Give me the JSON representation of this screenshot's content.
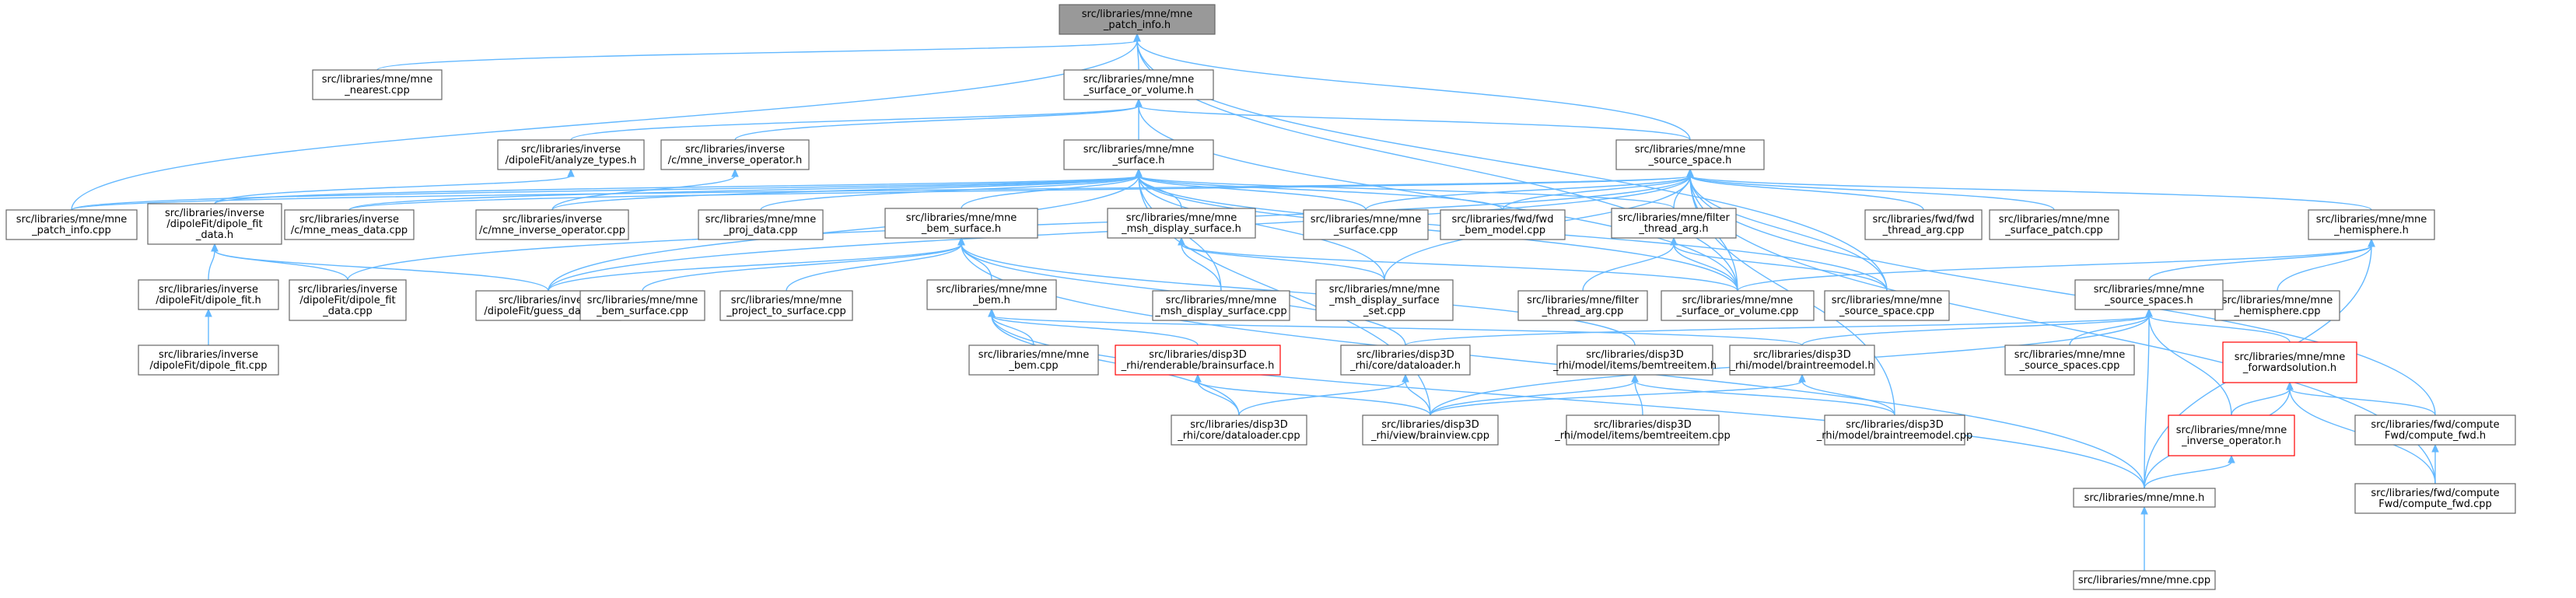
{
  "diagram": {
    "colors": {
      "edge": "#63b8ff",
      "border": "#666666",
      "root_fill": "#999999",
      "highlight_border": "#ff0000"
    },
    "nodes": [
      {
        "id": "n0",
        "lines": [
          "src/libraries/mne/mne",
          "_patch_info.h"
        ],
        "root": true
      },
      {
        "id": "n1",
        "lines": [
          "src/libraries/mne/mne",
          "_nearest.cpp"
        ]
      },
      {
        "id": "n2",
        "lines": [
          "src/libraries/mne/mne",
          "_surface_or_volume.h"
        ]
      },
      {
        "id": "n3",
        "lines": [
          "src/libraries/mne/mne",
          "_patch_info.cpp"
        ]
      },
      {
        "id": "n4",
        "lines": [
          "src/libraries/inverse",
          "/dipoleFit/analyze_types.h"
        ]
      },
      {
        "id": "n5",
        "lines": [
          "src/libraries/inverse",
          "/c/mne_inverse_operator.h"
        ]
      },
      {
        "id": "n6",
        "lines": [
          "src/libraries/mne/mne",
          "_surface.h"
        ]
      },
      {
        "id": "n7",
        "lines": [
          "src/libraries/mne/mne",
          "_source_space.h"
        ]
      },
      {
        "id": "n8",
        "lines": [
          "src/libraries/inverse",
          "/dipoleFit/dipole_fit",
          "_data.h"
        ]
      },
      {
        "id": "n9",
        "lines": [
          "src/libraries/inverse",
          "/c/mne_meas_data.cpp"
        ]
      },
      {
        "id": "n10",
        "lines": [
          "src/libraries/inverse",
          "/c/mne_inverse_operator.cpp"
        ]
      },
      {
        "id": "n11",
        "lines": [
          "src/libraries/mne/mne",
          "_proj_data.cpp"
        ]
      },
      {
        "id": "n12",
        "lines": [
          "src/libraries/mne/mne",
          "_bem_surface.h"
        ]
      },
      {
        "id": "n13",
        "lines": [
          "src/libraries/mne/mne",
          "_msh_display_surface.h"
        ]
      },
      {
        "id": "n14",
        "lines": [
          "src/libraries/mne/mne",
          "_surface.cpp"
        ]
      },
      {
        "id": "n15",
        "lines": [
          "src/libraries/fwd/fwd",
          "_bem_model.cpp"
        ]
      },
      {
        "id": "n16",
        "lines": [
          "src/libraries/mne/filter",
          "_thread_arg.h"
        ]
      },
      {
        "id": "n17",
        "lines": [
          "src/libraries/fwd/fwd",
          "_thread_arg.cpp"
        ]
      },
      {
        "id": "n18",
        "lines": [
          "src/libraries/mne/mne",
          "_surface_patch.cpp"
        ]
      },
      {
        "id": "n19",
        "lines": [
          "src/libraries/mne/mne",
          "_hemisphere.h"
        ]
      },
      {
        "id": "n20",
        "lines": [
          "src/libraries/inverse",
          "/dipoleFit/dipole_fit.h"
        ]
      },
      {
        "id": "n21",
        "lines": [
          "src/libraries/inverse",
          "/dipoleFit/dipole_fit",
          "_data.cpp"
        ]
      },
      {
        "id": "n22",
        "lines": [
          "src/libraries/inverse",
          "/dipoleFit/guess_data.cpp"
        ]
      },
      {
        "id": "n23",
        "lines": [
          "src/libraries/mne/mne",
          "_bem_surface.cpp"
        ]
      },
      {
        "id": "n24",
        "lines": [
          "src/libraries/mne/mne",
          "_project_to_surface.cpp"
        ]
      },
      {
        "id": "n25",
        "lines": [
          "src/libraries/mne/mne",
          "_msh_display_surface.cpp"
        ]
      },
      {
        "id": "n26",
        "lines": [
          "src/libraries/mne/mne",
          "_msh_display_surface",
          "_set.cpp"
        ]
      },
      {
        "id": "n27",
        "lines": [
          "src/libraries/mne/filter",
          "_thread_arg.cpp"
        ]
      },
      {
        "id": "n28",
        "lines": [
          "src/libraries/mne/mne",
          "_surface_or_volume.cpp"
        ]
      },
      {
        "id": "n29",
        "lines": [
          "src/libraries/mne/mne",
          "_source_space.cpp"
        ]
      },
      {
        "id": "n30",
        "lines": [
          "src/libraries/mne/mne",
          "_hemisphere.cpp"
        ]
      },
      {
        "id": "n31",
        "lines": [
          "src/libraries/inverse",
          "/dipoleFit/dipole_fit.cpp"
        ]
      },
      {
        "id": "n32",
        "lines": [
          "src/libraries/mne/mne",
          "_bem.h"
        ]
      },
      {
        "id": "n33",
        "lines": [
          "src/libraries/mne/mne",
          "_source_spaces.h"
        ]
      },
      {
        "id": "n34",
        "lines": [
          "src/libraries/mne/mne",
          "_bem.cpp"
        ]
      },
      {
        "id": "n35",
        "lines": [
          "src/libraries/disp3D",
          "_rhi/renderable/brainsurface.h"
        ],
        "highlight": true
      },
      {
        "id": "n36",
        "lines": [
          "src/libraries/disp3D",
          "_rhi/core/dataloader.h"
        ]
      },
      {
        "id": "n37",
        "lines": [
          "src/libraries/disp3D",
          "_rhi/model/items/bemtreeitem.h"
        ]
      },
      {
        "id": "n38",
        "lines": [
          "src/libraries/disp3D",
          "_rhi/model/braintreemodel.h"
        ]
      },
      {
        "id": "n39",
        "lines": [
          "src/libraries/mne/mne",
          "_source_spaces.cpp"
        ]
      },
      {
        "id": "n40",
        "lines": [
          "src/libraries/mne/mne",
          "_forwardsolution.h"
        ],
        "highlight": true
      },
      {
        "id": "n41",
        "lines": [
          "src/libraries/disp3D",
          "_rhi/core/dataloader.cpp"
        ]
      },
      {
        "id": "n42",
        "lines": [
          "src/libraries/disp3D",
          "_rhi/view/brainview.cpp"
        ]
      },
      {
        "id": "n43",
        "lines": [
          "src/libraries/disp3D",
          "_rhi/model/items/bemtreeitem.cpp"
        ]
      },
      {
        "id": "n44",
        "lines": [
          "src/libraries/disp3D",
          "_rhi/model/braintreemodel.cpp"
        ]
      },
      {
        "id": "n45",
        "lines": [
          "src/libraries/mne/mne",
          "_inverse_operator.h"
        ],
        "highlight": true
      },
      {
        "id": "n46",
        "lines": [
          "src/libraries/fwd/compute",
          "Fwd/compute_fwd.h"
        ]
      },
      {
        "id": "n47",
        "lines": [
          "src/libraries/mne/mne.h"
        ]
      },
      {
        "id": "n48",
        "lines": [
          "src/libraries/fwd/compute",
          "Fwd/compute_fwd.cpp"
        ]
      },
      {
        "id": "n49",
        "lines": [
          "src/libraries/mne/mne.cpp"
        ]
      }
    ],
    "edges": [
      [
        "n1",
        "n0"
      ],
      [
        "n2",
        "n0"
      ],
      [
        "n3",
        "n0"
      ],
      [
        "n7",
        "n0"
      ],
      [
        "n28",
        "n0"
      ],
      [
        "n29",
        "n0"
      ],
      [
        "n6",
        "n2"
      ],
      [
        "n7",
        "n2"
      ],
      [
        "n4",
        "n2"
      ],
      [
        "n5",
        "n2"
      ],
      [
        "n28",
        "n2"
      ],
      [
        "n8",
        "n4"
      ],
      [
        "n10",
        "n5"
      ],
      [
        "n8",
        "n6"
      ],
      [
        "n9",
        "n6"
      ],
      [
        "n10",
        "n6"
      ],
      [
        "n11",
        "n6"
      ],
      [
        "n12",
        "n6"
      ],
      [
        "n13",
        "n6"
      ],
      [
        "n14",
        "n6"
      ],
      [
        "n15",
        "n6"
      ],
      [
        "n16",
        "n6"
      ],
      [
        "n22",
        "n6"
      ],
      [
        "n25",
        "n6"
      ],
      [
        "n26",
        "n6"
      ],
      [
        "n28",
        "n6"
      ],
      [
        "n29",
        "n6"
      ],
      [
        "n42",
        "n6"
      ],
      [
        "n3",
        "n6"
      ],
      [
        "n3",
        "n7"
      ],
      [
        "n21",
        "n7"
      ],
      [
        "n22",
        "n7"
      ],
      [
        "n9",
        "n7"
      ],
      [
        "n14",
        "n7"
      ],
      [
        "n15",
        "n7"
      ],
      [
        "n16",
        "n7"
      ],
      [
        "n17",
        "n7"
      ],
      [
        "n18",
        "n7"
      ],
      [
        "n19",
        "n7"
      ],
      [
        "n26",
        "n7"
      ],
      [
        "n28",
        "n7"
      ],
      [
        "n29",
        "n7"
      ],
      [
        "n44",
        "n7"
      ],
      [
        "n46",
        "n7"
      ],
      [
        "n48",
        "n7"
      ],
      [
        "n20",
        "n8"
      ],
      [
        "n21",
        "n8"
      ],
      [
        "n22",
        "n8"
      ],
      [
        "n31",
        "n20"
      ],
      [
        "n22",
        "n12"
      ],
      [
        "n23",
        "n12"
      ],
      [
        "n24",
        "n12"
      ],
      [
        "n32",
        "n12"
      ],
      [
        "n37",
        "n12"
      ],
      [
        "n47",
        "n12"
      ],
      [
        "n36",
        "n12"
      ],
      [
        "n25",
        "n13"
      ],
      [
        "n26",
        "n13"
      ],
      [
        "n28",
        "n13"
      ],
      [
        "n27",
        "n16"
      ],
      [
        "n28",
        "n16"
      ],
      [
        "n29",
        "n16"
      ],
      [
        "n28",
        "n19"
      ],
      [
        "n30",
        "n19"
      ],
      [
        "n33",
        "n19"
      ],
      [
        "n47",
        "n19"
      ],
      [
        "n34",
        "n32"
      ],
      [
        "n35",
        "n32"
      ],
      [
        "n41",
        "n32"
      ],
      [
        "n47",
        "n32"
      ],
      [
        "n38",
        "n32"
      ],
      [
        "n36",
        "n33"
      ],
      [
        "n38",
        "n33"
      ],
      [
        "n39",
        "n33"
      ],
      [
        "n40",
        "n33"
      ],
      [
        "n45",
        "n33"
      ],
      [
        "n47",
        "n33"
      ],
      [
        "n42",
        "n33"
      ],
      [
        "n41",
        "n35"
      ],
      [
        "n42",
        "n35"
      ],
      [
        "n41",
        "n36"
      ],
      [
        "n42",
        "n36"
      ],
      [
        "n42",
        "n37"
      ],
      [
        "n43",
        "n37"
      ],
      [
        "n44",
        "n37"
      ],
      [
        "n42",
        "n38"
      ],
      [
        "n44",
        "n38"
      ],
      [
        "n45",
        "n40"
      ],
      [
        "n46",
        "n40"
      ],
      [
        "n47",
        "n40"
      ],
      [
        "n48",
        "n40"
      ],
      [
        "n47",
        "n45"
      ],
      [
        "n48",
        "n46"
      ],
      [
        "n49",
        "n47"
      ]
    ]
  }
}
